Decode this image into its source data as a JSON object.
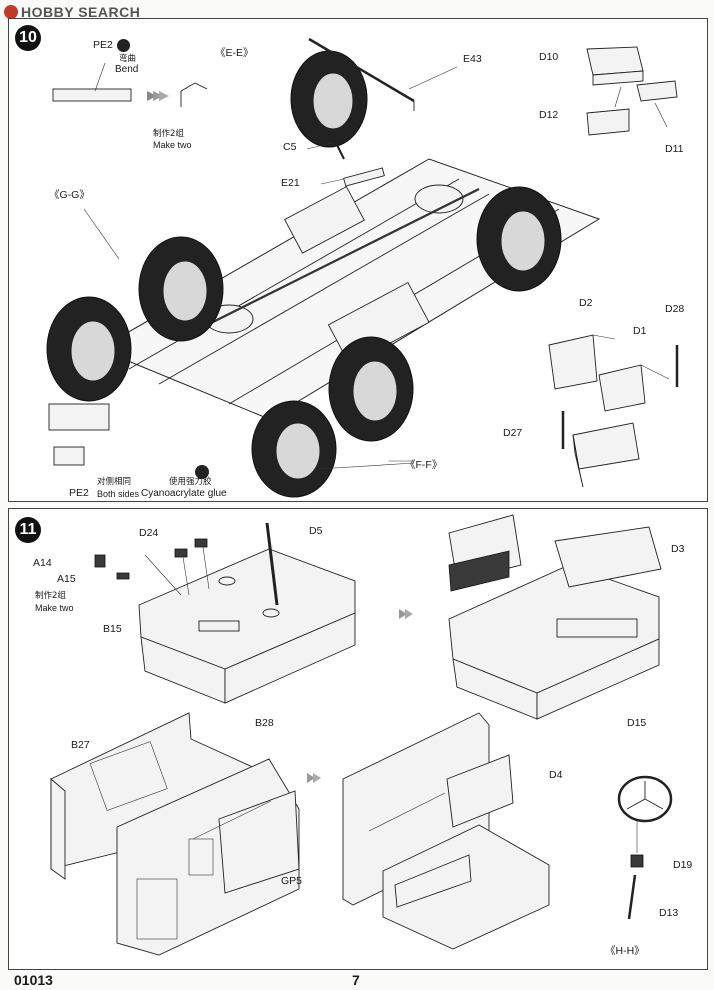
{
  "watermark": "HOBBY SEARCH",
  "steps": [
    {
      "number": "10",
      "labels": {
        "pe2_top": "PE2",
        "bend_cn": "弯曲",
        "bend_en": "Bend",
        "make_two_cn": "制作2组",
        "make_two_en": "Make two",
        "ee": "《E-E》",
        "e43": "E43",
        "c5": "C5",
        "e21": "E21",
        "gg": "《G-G》",
        "d10": "D10",
        "d12": "D12",
        "d11": "D11",
        "d2": "D2",
        "d28": "D28",
        "d1": "D1",
        "d27": "D27",
        "ff": "《F-F》",
        "pe2_bottom": "PE2",
        "both_sides_cn": "对侧相同",
        "both_sides_en": "Both sides",
        "glue_cn": "使用强力胶",
        "glue_en": "Cyanoacrylate glue"
      },
      "icons": [
        "bend-icon",
        "glue-icon",
        "arrow-right-icon"
      ]
    },
    {
      "number": "11",
      "labels": {
        "d24": "D24",
        "d5": "D5",
        "a14": "A14",
        "a15": "A15",
        "make_two_cn": "制作2组",
        "make_two_en": "Make two",
        "b15": "B15",
        "d3": "D3",
        "b27": "B27",
        "b28": "B28",
        "gp5": "GP5",
        "d4": "D4",
        "d15": "D15",
        "d19": "D19",
        "d13": "D13",
        "hh": "《H-H》"
      }
    }
  ],
  "footer": {
    "code": "01013",
    "page": "7"
  }
}
